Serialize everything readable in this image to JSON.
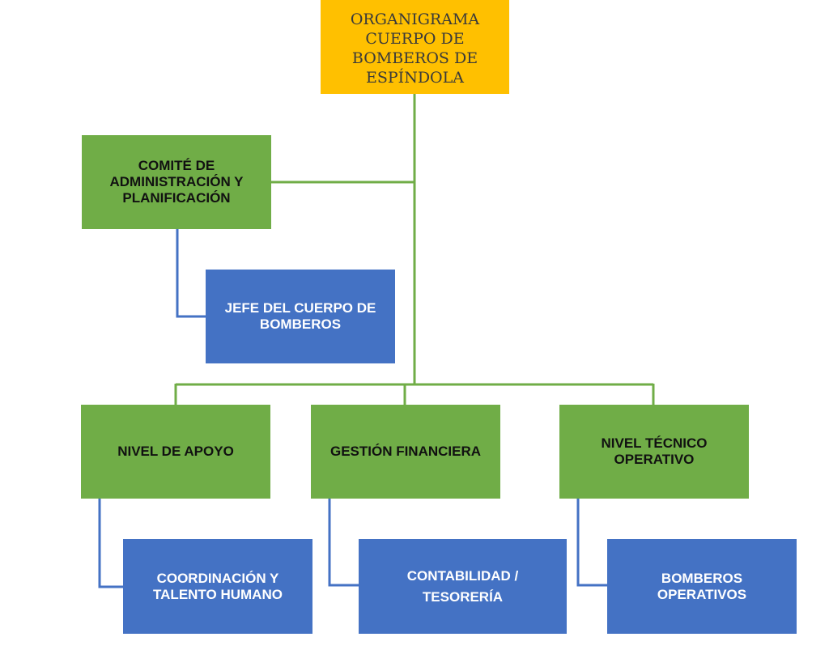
{
  "diagram": {
    "type": "org-chart",
    "colors": {
      "root": "#ffc000",
      "level": "#70ad47",
      "unit": "#4472c4",
      "level_connector": "#70ad47",
      "unit_connector": "#4472c4"
    },
    "root": {
      "label": "ORGANIGRAMA\nCUERPO DE\nBOMBEROS DE\nESPÍNDOLA"
    },
    "committee": {
      "label": "COMITÉ DE\nADMINISTRACIÓN Y\nPLANIFICACIÓN",
      "child": {
        "label": "JEFE DEL CUERPO DE\nBOMBEROS"
      }
    },
    "levels": [
      {
        "label": "NIVEL DE APOYO",
        "child": {
          "label": "COORDINACIÓN Y\nTALENTO HUMANO"
        }
      },
      {
        "label": "GESTIÓN FINANCIERA",
        "child": {
          "label": "CONTABILIDAD /\nTESORERÍA"
        }
      },
      {
        "label": "NIVEL TÉCNICO\nOPERATIVO",
        "child": {
          "label": "BOMBEROS\nOPERATIVOS"
        }
      }
    ]
  }
}
